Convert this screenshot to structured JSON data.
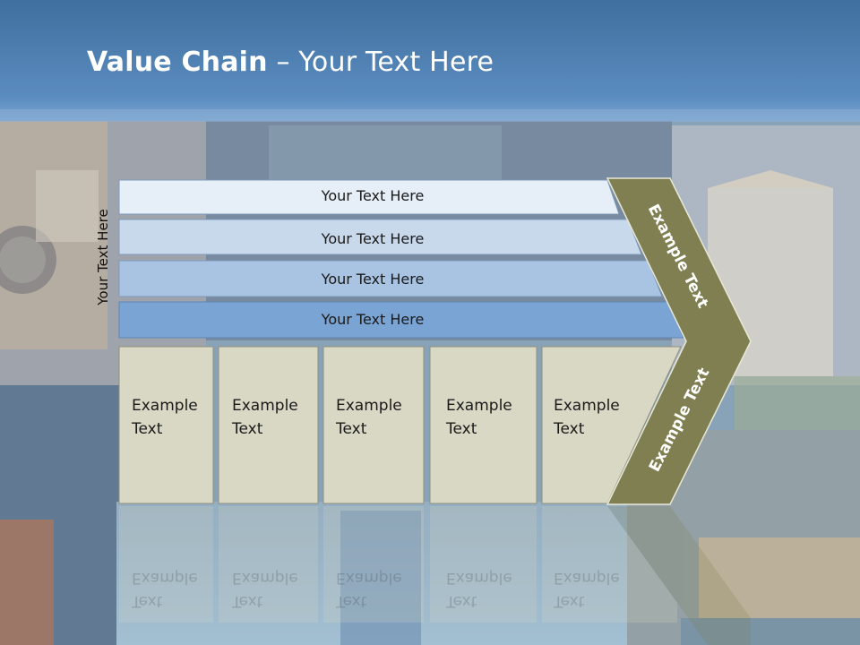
{
  "title": {
    "bold": "Value Chain",
    "rest": " – Your Text Here"
  },
  "side_label": "Your Text Here",
  "bands": [
    {
      "label": "Your Text Here",
      "color": "#e6eef8"
    },
    {
      "label": "Your Text Here",
      "color": "#c9d9ec"
    },
    {
      "label": "Your Text Here",
      "color": "#a9c3e2"
    },
    {
      "label": "Your Text Here",
      "color": "#7aa4d3"
    }
  ],
  "boxes": [
    {
      "line1": "Example",
      "line2": "Text"
    },
    {
      "line1": "Example",
      "line2": "Text"
    },
    {
      "line1": "Example",
      "line2": "Text"
    },
    {
      "line1": "Example",
      "line2": "Text"
    },
    {
      "line1": "Example",
      "line2": "Text"
    }
  ],
  "chevron": {
    "top_label": "Example Text",
    "bottom_label": "Example Text",
    "color": "#7f7f52"
  },
  "colors": {
    "box_fill": "#d8d8c4",
    "header": "#4b7fb5"
  }
}
